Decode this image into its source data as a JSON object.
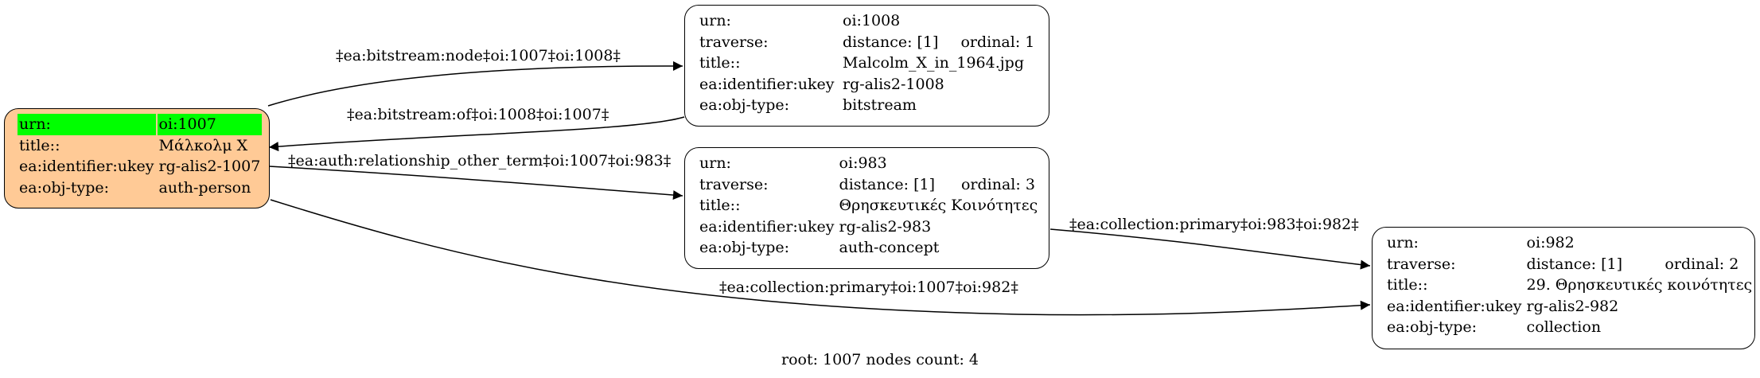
{
  "nodes": {
    "n1007": {
      "rows": [
        {
          "k": "urn:",
          "v": "oi:1007"
        },
        {
          "k": "title::",
          "v": "Μάλκολμ Χ"
        },
        {
          "k": "ea:identifier:ukey",
          "v": "rg-alis2-1007"
        },
        {
          "k": "ea:obj-type:",
          "v": "auth-person"
        }
      ]
    },
    "n1008": {
      "rows": [
        {
          "k": "urn:",
          "v": "oi:1008"
        },
        {
          "k": "traverse:",
          "v": "distance: [1]",
          "v2": "ordinal: 1"
        },
        {
          "k": "title::",
          "v": "Malcolm_X_in_1964.jpg"
        },
        {
          "k": "ea:identifier:ukey",
          "v": "rg-alis2-1008"
        },
        {
          "k": "ea:obj-type:",
          "v": "bitstream"
        }
      ]
    },
    "n983": {
      "rows": [
        {
          "k": "urn:",
          "v": "oi:983"
        },
        {
          "k": "traverse:",
          "v": "distance: [1]",
          "v2": "ordinal: 3"
        },
        {
          "k": "title::",
          "v": "Θρησκευτικές Κοινότητες"
        },
        {
          "k": "ea:identifier:ukey",
          "v": "rg-alis2-983"
        },
        {
          "k": "ea:obj-type:",
          "v": "auth-concept"
        }
      ]
    },
    "n982": {
      "rows": [
        {
          "k": "urn:",
          "v": "oi:982"
        },
        {
          "k": "traverse:",
          "v": "distance: [1]",
          "v2": "ordinal: 2"
        },
        {
          "k": "title::",
          "v": "29. Θρησκευτικές κοινότητες"
        },
        {
          "k": "ea:identifier:ukey",
          "v": "rg-alis2-982"
        },
        {
          "k": "ea:obj-type:",
          "v": "collection"
        }
      ]
    }
  },
  "edges": {
    "e1": "‡ea:bitstream:node‡oi:1007‡oi:1008‡",
    "e2": "‡ea:bitstream:of‡oi:1008‡oi:1007‡",
    "e3": "‡ea:auth:relationship_other_term‡oi:1007‡oi:983‡",
    "e4": "‡ea:collection:primary‡oi:983‡oi:982‡",
    "e5": "‡ea:collection:primary‡oi:1007‡oi:982‡"
  },
  "footer": "root: 1007 nodes count: 4",
  "colors": {
    "root_fill": "#ffca96",
    "highlight": "#00ff00",
    "node_fill": "#ffffff",
    "stroke": "#000000"
  }
}
